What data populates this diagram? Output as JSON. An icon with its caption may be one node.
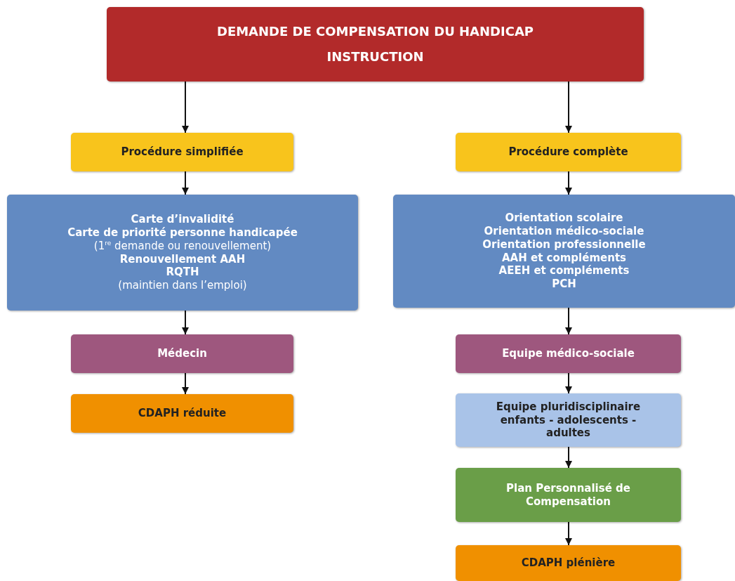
{
  "diagram": {
    "nodes": [
      {
        "text": [
          "DEMANDE DE COMPENSATION DU HANDICAP",
          "INSTRUCTION"
        ]
      },
      {
        "text": [
          "Procédure simplifiée"
        ]
      },
      {
        "text": [
          "Procédure complète"
        ]
      },
      {
        "text": [
          "**Carte d’invalidité**",
          "**Carte de priorité personne handicapée**",
          "(1$^{re}$ demande ou renouvellement)",
          "**Renouvellement AAH**",
          "**RQTH**",
          "(maintien dans l’emploi)"
        ]
      },
      {
        "text": [
          "Orientation scolaire",
          "Orientation médico-sociale",
          "Orientation professionnelle",
          "AAH et compléments",
          "AEEH et compléments",
          "PCH"
        ]
      },
      {
        "text": [
          "Médecin"
        ]
      },
      {
        "text": [
          "CDAPH réduite"
        ]
      },
      {
        "text": [
          "Equipe médico-sociale"
        ]
      },
      {
        "text": [
          "Equipe pluridisciplinaire enfants - adolescents - adultes"
        ]
      },
      {
        "text": [
          "Plan Personnalisé de Compensation"
        ]
      },
      {
        "text": [
          "CDAPH plénière"
        ]
      }
    ],
    "edges": [
      {
        "from": 0,
        "to": 1,
        "arrow": "to"
      },
      {
        "from": 0,
        "to": 2,
        "arrow": "to"
      },
      {
        "from": 1,
        "to": 3,
        "arrow": "to"
      },
      {
        "from": 3,
        "to": 5,
        "arrow": "to"
      },
      {
        "from": 5,
        "to": 6,
        "arrow": "to"
      },
      {
        "from": 2,
        "to": 4,
        "arrow": "to"
      },
      {
        "from": 4,
        "to": 7,
        "arrow": "to"
      },
      {
        "from": 7,
        "to": 8,
        "arrow": "to"
      },
      {
        "from": 8,
        "to": 9,
        "arrow": "to"
      },
      {
        "from": 9,
        "to": 10,
        "arrow": "to"
      }
    ]
  }
}
